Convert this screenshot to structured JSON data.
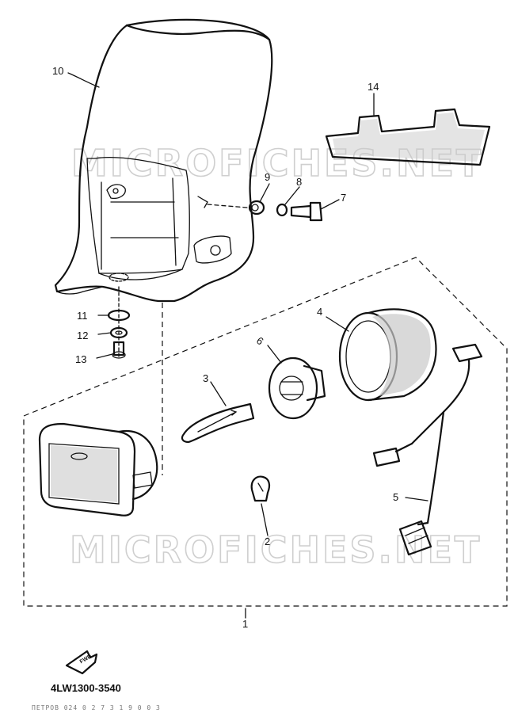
{
  "diagram": {
    "watermark_text": "MICROFICHES.NET",
    "document_code": "4LW1300-3540",
    "fwd_label": "FWD",
    "footer_text": "ПЕТРОВ  024 0  2 7 3   1 9 0  0 3",
    "callouts": {
      "c1": "1",
      "c2": "2",
      "c3": "3",
      "c4": "4",
      "c5": "5",
      "c6": "6",
      "c7": "7",
      "c8": "8",
      "c9": "9",
      "c10": "10",
      "c11": "11",
      "c12": "12",
      "c13": "13",
      "c14": "14"
    }
  }
}
